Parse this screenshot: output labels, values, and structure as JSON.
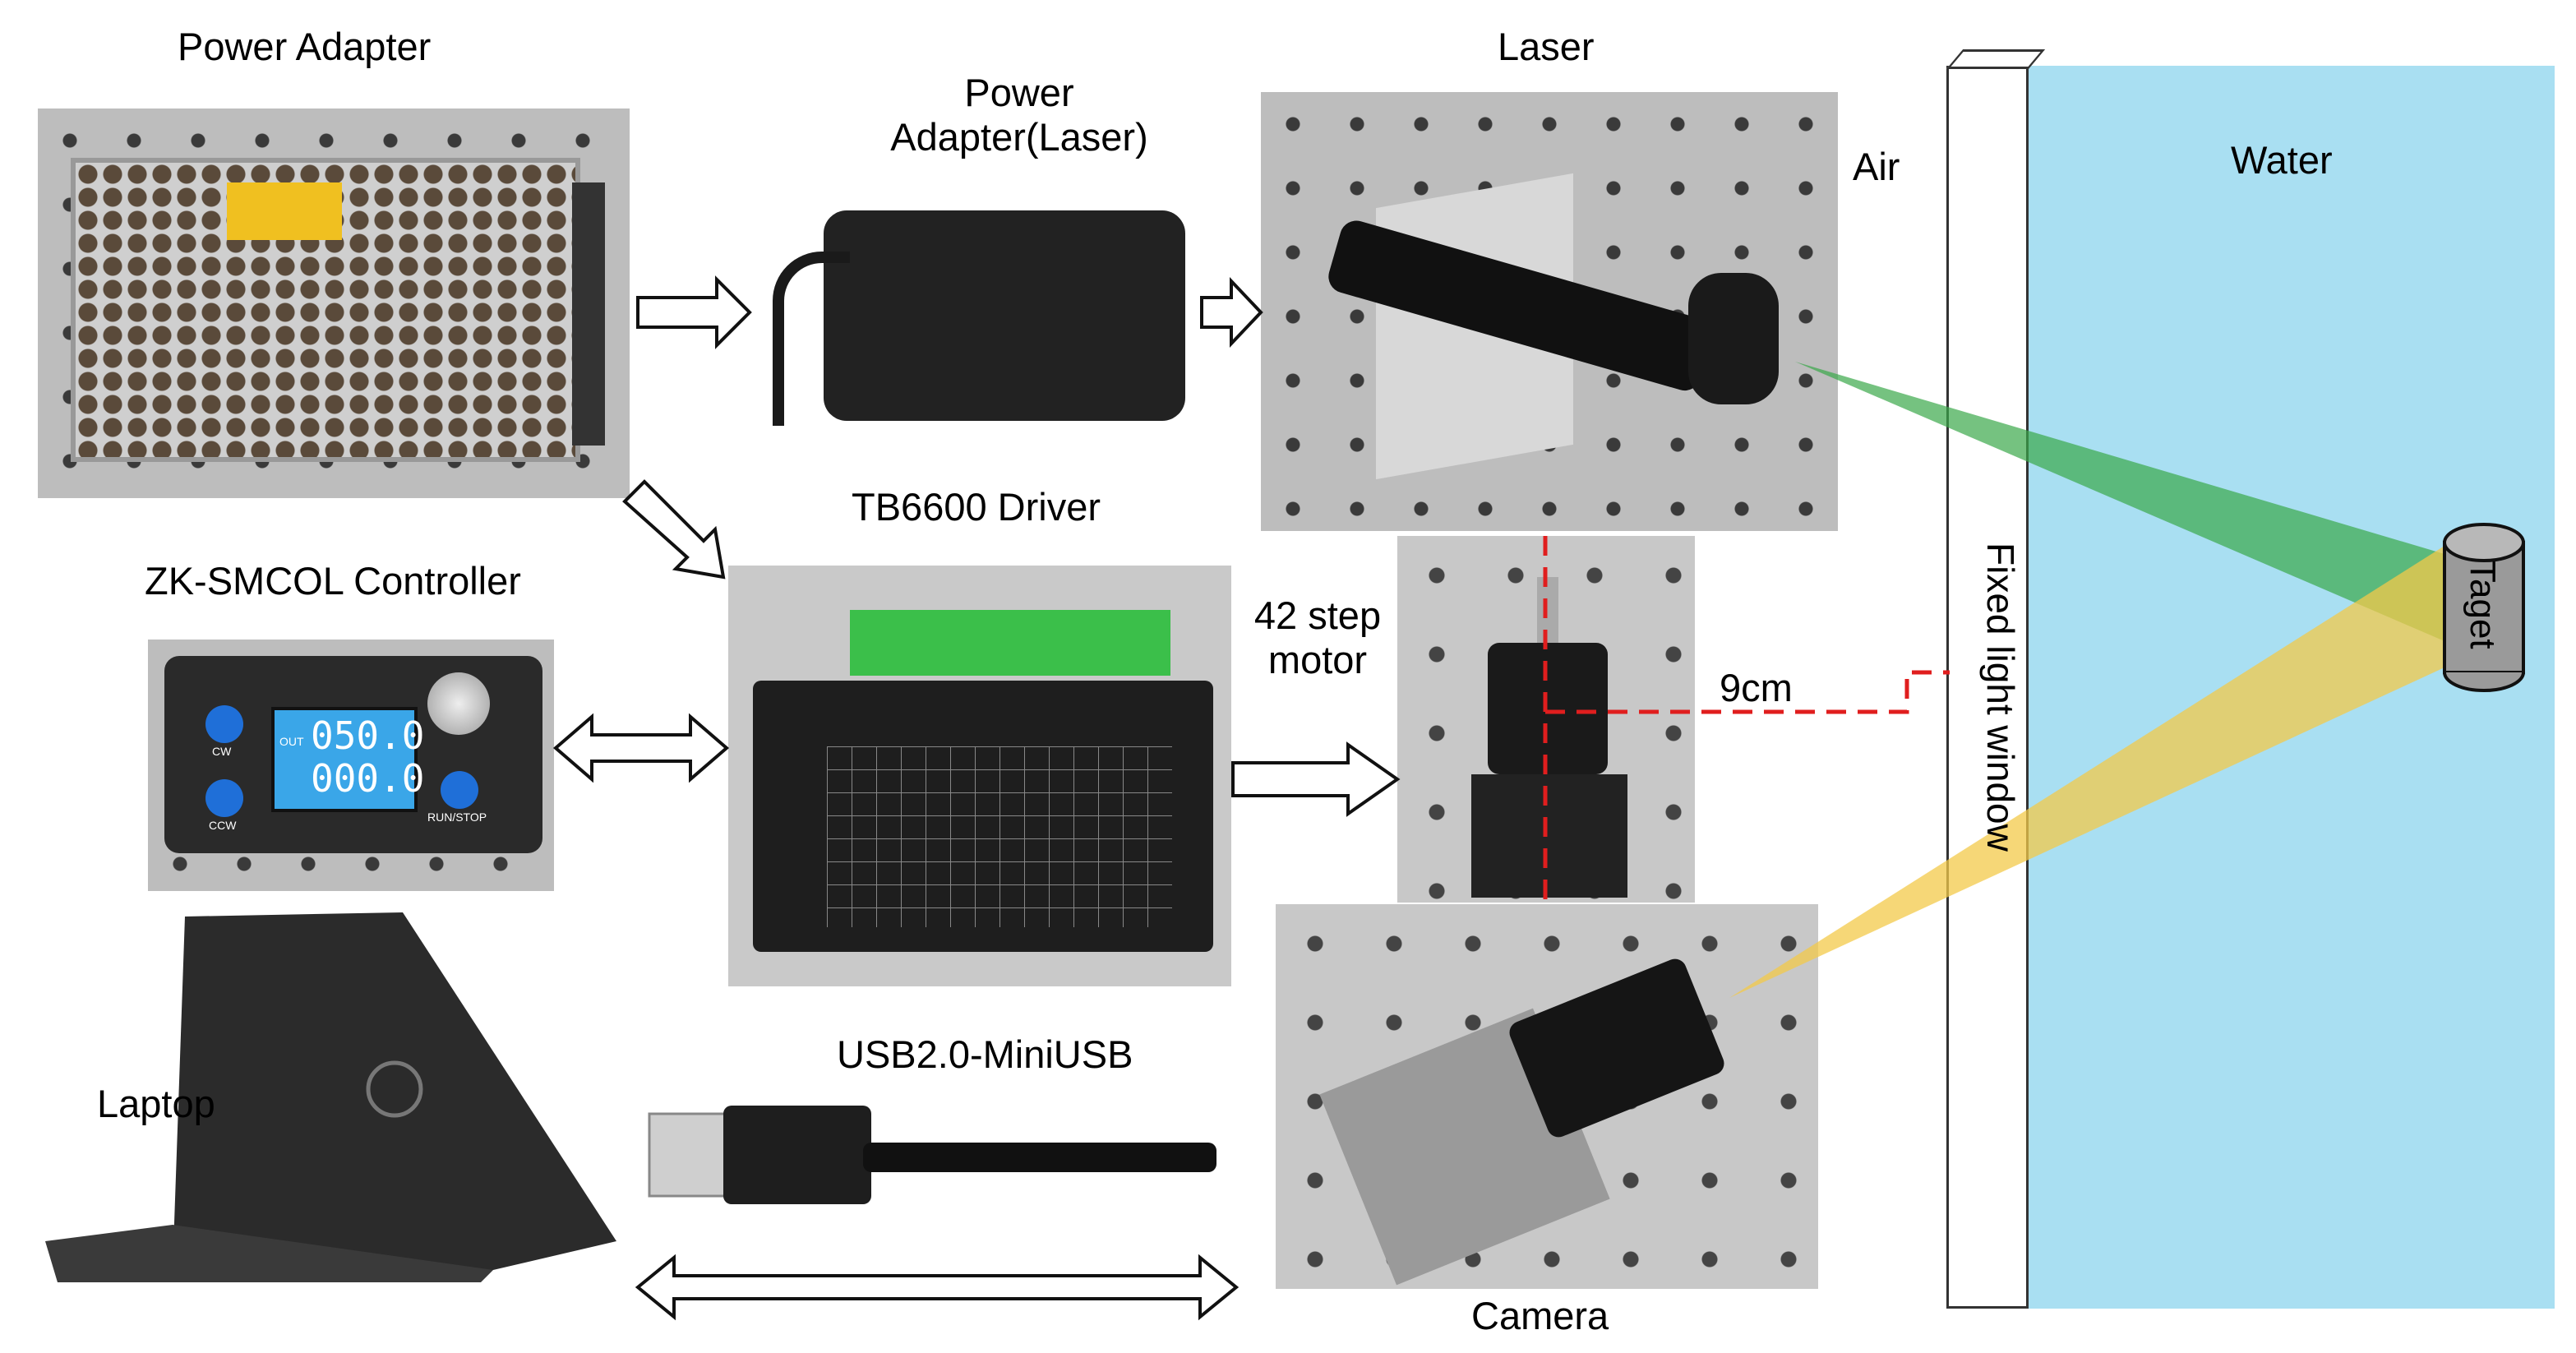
{
  "labels": {
    "power_adapter": "Power Adapter",
    "power_adapter_laser_line1": "Power",
    "power_adapter_laser_line2": "Adapter(Laser)",
    "laser": "Laser",
    "air": "Air",
    "water": "Water",
    "tb6600_driver": "TB6600 Driver",
    "zk_controller": "ZK-SMCOL Controller",
    "step_motor_line1": "42 step",
    "step_motor_line2": "motor",
    "distance": "9cm",
    "target": "Taget",
    "window": "Fixed light window",
    "laptop": "Laptop",
    "usb_cable": "USB2.0-MiniUSB",
    "camera": "Camera"
  },
  "controller_display": {
    "line1": "050.0",
    "line2": "000.0",
    "out": "OUT",
    "cw": "CW",
    "ccw": "CCW",
    "run_stop": "RUN/STOP"
  },
  "colors": {
    "water": "#a9dff2",
    "laser_beam": "#3aa84a",
    "camera_view": "#f3c94a",
    "target_body": "#9a9a9a",
    "dashed_line": "#e01e1e",
    "controller_screen": "#3aa6e8"
  }
}
